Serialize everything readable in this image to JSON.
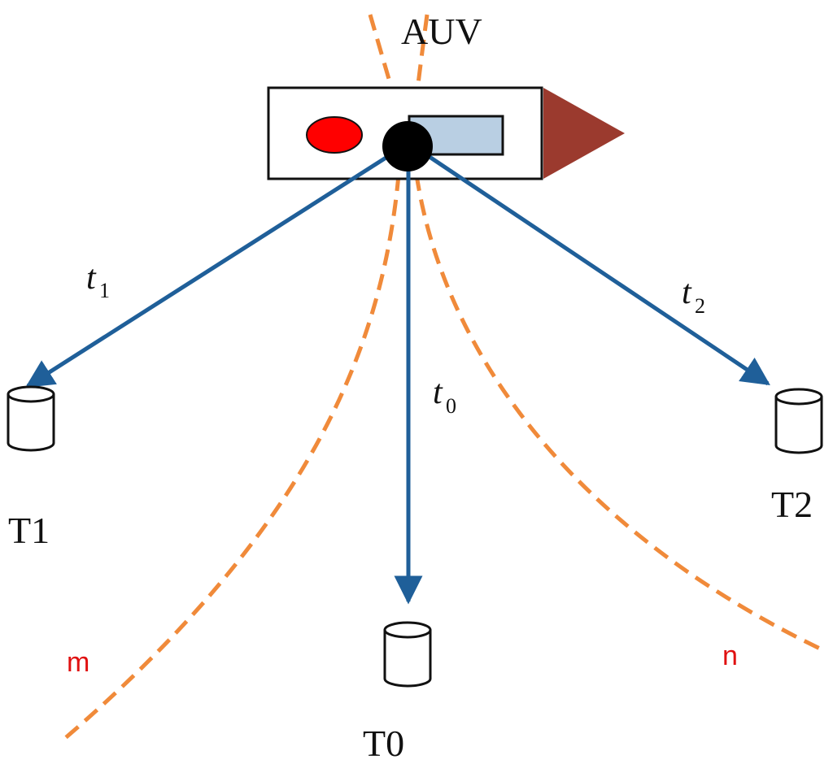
{
  "diagram": {
    "vehicle_label": "AUV",
    "transponders": [
      {
        "id": "t0",
        "label": "T0"
      },
      {
        "id": "t1",
        "label": "T1"
      },
      {
        "id": "t2",
        "label": "T2"
      }
    ],
    "signal_times": [
      {
        "id": "t0",
        "base": "t",
        "sub": "0"
      },
      {
        "id": "t1",
        "base": "t",
        "sub": "1"
      },
      {
        "id": "t2",
        "base": "t",
        "sub": "2"
      }
    ],
    "curves": [
      {
        "id": "m",
        "label": "m"
      },
      {
        "id": "n",
        "label": "n"
      }
    ],
    "colors": {
      "arrow": "#1f5f99",
      "curve": "#f08a3a",
      "curve_label": "#e01010",
      "hull_red": "#ff0000",
      "hull_panel": "#b9cfe3",
      "nose": "#9b3a2e",
      "hub": "#000000"
    }
  }
}
